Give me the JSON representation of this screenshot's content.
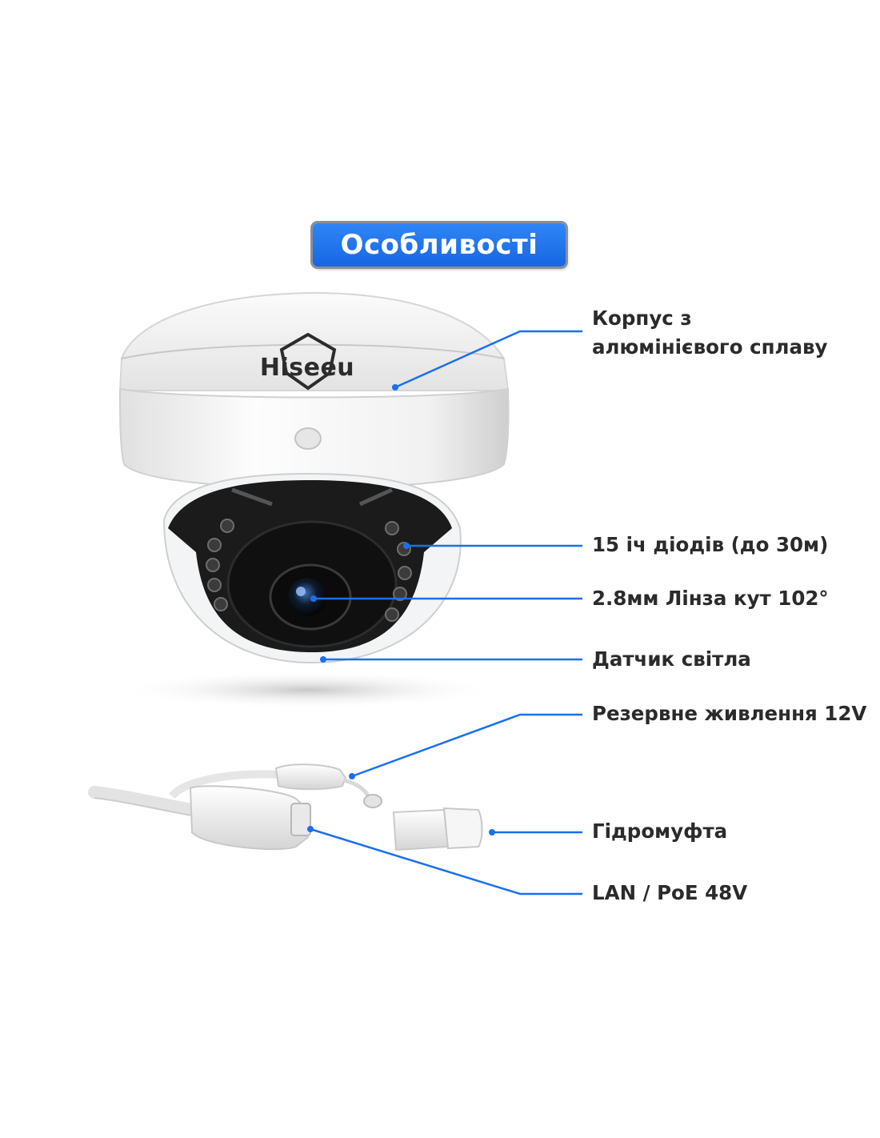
{
  "title": "Особливості",
  "brand": "Hiseeu",
  "colors": {
    "accent": "#1f74ee",
    "callout_line": "#1a6ff0",
    "label_text": "#2b2b2b"
  },
  "callouts": [
    {
      "id": "housing",
      "lines": [
        "Корпус з",
        "алюмінієвого сплаву"
      ]
    },
    {
      "id": "ir",
      "text": "15 іч діодів (до 30м)"
    },
    {
      "id": "lens",
      "text": "2.8мм Лінза кут 102°"
    },
    {
      "id": "light-sensor",
      "text": "Датчик світла"
    },
    {
      "id": "backup-power",
      "text": "Резервне живлення 12V"
    },
    {
      "id": "waterproof",
      "text": "Гідромуфта"
    },
    {
      "id": "lan",
      "text": "LAN / PoE 48V"
    }
  ]
}
